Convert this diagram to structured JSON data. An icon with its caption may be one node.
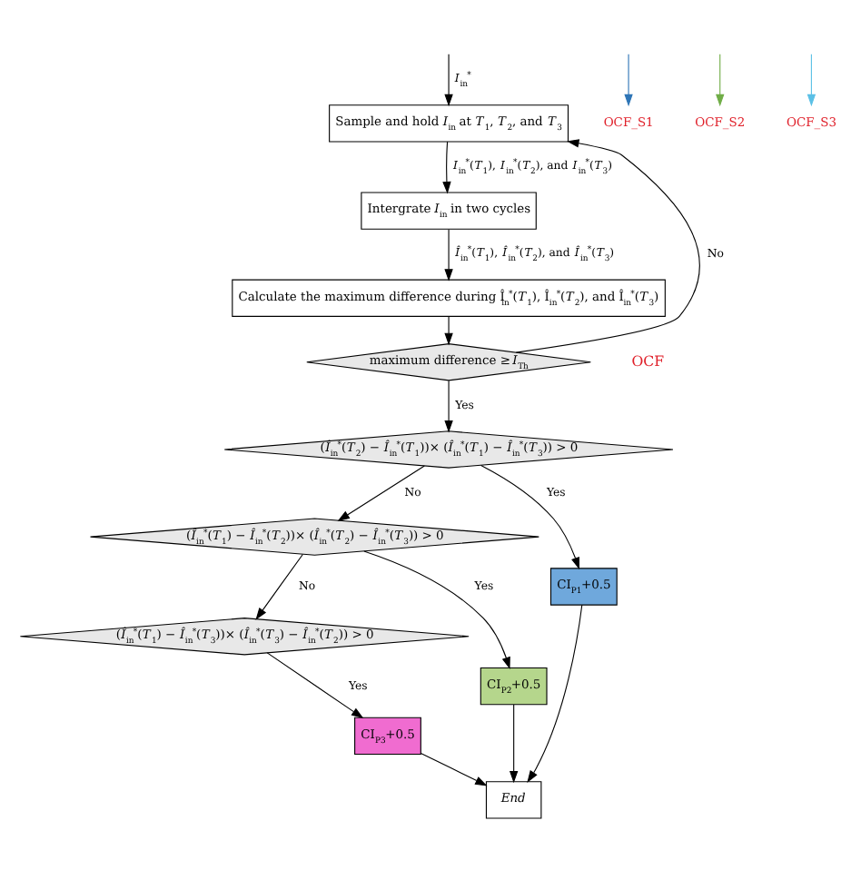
{
  "diagram": {
    "nodes": [
      {
        "text": [
          "Sample and hold *I*$_{in}$ at *T*$_{1}$, *T*$_{2}$, and *T*$_{3}$"
        ]
      },
      {
        "text": [
          "Intergrate *I*$_{in}$ in two cycles"
        ]
      },
      {
        "text": [
          "Calculate the maximum difference during Î$_{in}$$^{*}$(*T*$_{1}$), Î$_{in}$$^{*}$(*T*$_{2}$), and Î$_{in}$$^{*}$(*T*$_{3}$)"
        ]
      },
      {
        "text": [
          "maximum difference ≥ *I*$_{Th}$"
        ]
      },
      {
        "text": [
          "(*Î*$_{in}$$^{*}$(*T*$_{2}$) − *Î*$_{in}$$^{*}$(*T*$_{1}$))× (*Î*$_{in}$$^{*}$(*T*$_{1}$) − *Î*$_{in}$$^{*}$(*T*$_{3}$)) > 0"
        ]
      },
      {
        "text": [
          "(*Î*$_{in}$$^{*}$(*T*$_{1}$) − *Î*$_{in}$$^{*}$(*T*$_{2}$))× (*Î*$_{in}$$^{*}$(*T*$_{2}$) − *Î*$_{in}$$^{*}$(*T*$_{3}$)) > 0"
        ]
      },
      {
        "text": [
          "OCF_S1"
        ]
      },
      {
        "text": [
          "(*Î*$_{in}$$^{*}$(*T*$_{1}$) − *Î*$_{in}$$^{*}$(*T*$_{3}$))× (*Î*$_{in}$$^{*}$(*T*$_{3}$) − *Î*$_{in}$$^{*}$(*T*$_{2}$)) > 0"
        ]
      },
      {
        "text": [
          "OCF_S2"
        ]
      },
      {
        "text": [
          "OCF_S3"
        ]
      },
      {
        "text": [
          "CI$_{P3}$+0.5"
        ]
      },
      {
        "text": [
          "CI$_{P2}$+0.5"
        ]
      },
      {
        "text": [
          "CI$_{P1}$+0.5"
        ]
      },
      {
        "text": [
          "End"
        ]
      }
    ],
    "edges": [
      {
        "from": null,
        "to": 0,
        "arrow": "to",
        "label": "*I*$_{in}$$^{*}$"
      },
      {
        "from": 0,
        "to": 1,
        "arrow": "to",
        "label": "*I*$_{in}$$^{*}$(*T*$_{1}$), *I*$_{in}$$^{*}$(*T*$_{2}$), and *I*$_{in}$$^{*}$(*T*$_{3}$)"
      },
      {
        "from": 1,
        "to": 2,
        "arrow": "to",
        "label": "*Î*$_{in}$$^{*}$(*T*$_{1}$), *Î*$_{in}$$^{*}$(*T*$_{2}$), and *Î*$_{in}$$^{*}$(*T*$_{3}$)"
      },
      {
        "from": 2,
        "to": 3,
        "arrow": "to"
      },
      {
        "from": 3,
        "to": 0,
        "arrow": "to",
        "label": "No"
      },
      {
        "from": 3,
        "to": 4,
        "arrow": "to",
        "label": "Yes"
      },
      {
        "from": 4,
        "to": 5,
        "arrow": "to",
        "label": "No"
      },
      {
        "from": 4,
        "to": 12,
        "arrow": "to",
        "label": "Yes"
      },
      {
        "from": 5,
        "to": 7,
        "arrow": "to",
        "label": "No"
      },
      {
        "from": 5,
        "to": 11,
        "arrow": "to",
        "label": "Yes"
      },
      {
        "from": 7,
        "to": 10,
        "arrow": "to",
        "label": "Yes"
      },
      {
        "from": null,
        "to": 6,
        "arrow": "to",
        "color": "#2e75b6"
      },
      {
        "from": null,
        "to": 8,
        "arrow": "to",
        "color": "#70ad47"
      },
      {
        "from": null,
        "to": 9,
        "arrow": "to",
        "color": "#5bc0e6"
      },
      {
        "from": 10,
        "to": 13,
        "arrow": "to"
      },
      {
        "from": 11,
        "to": 13,
        "arrow": "to"
      },
      {
        "from": 12,
        "to": 13,
        "arrow": "to"
      }
    ],
    "labels": [
      "OCF"
    ]
  }
}
